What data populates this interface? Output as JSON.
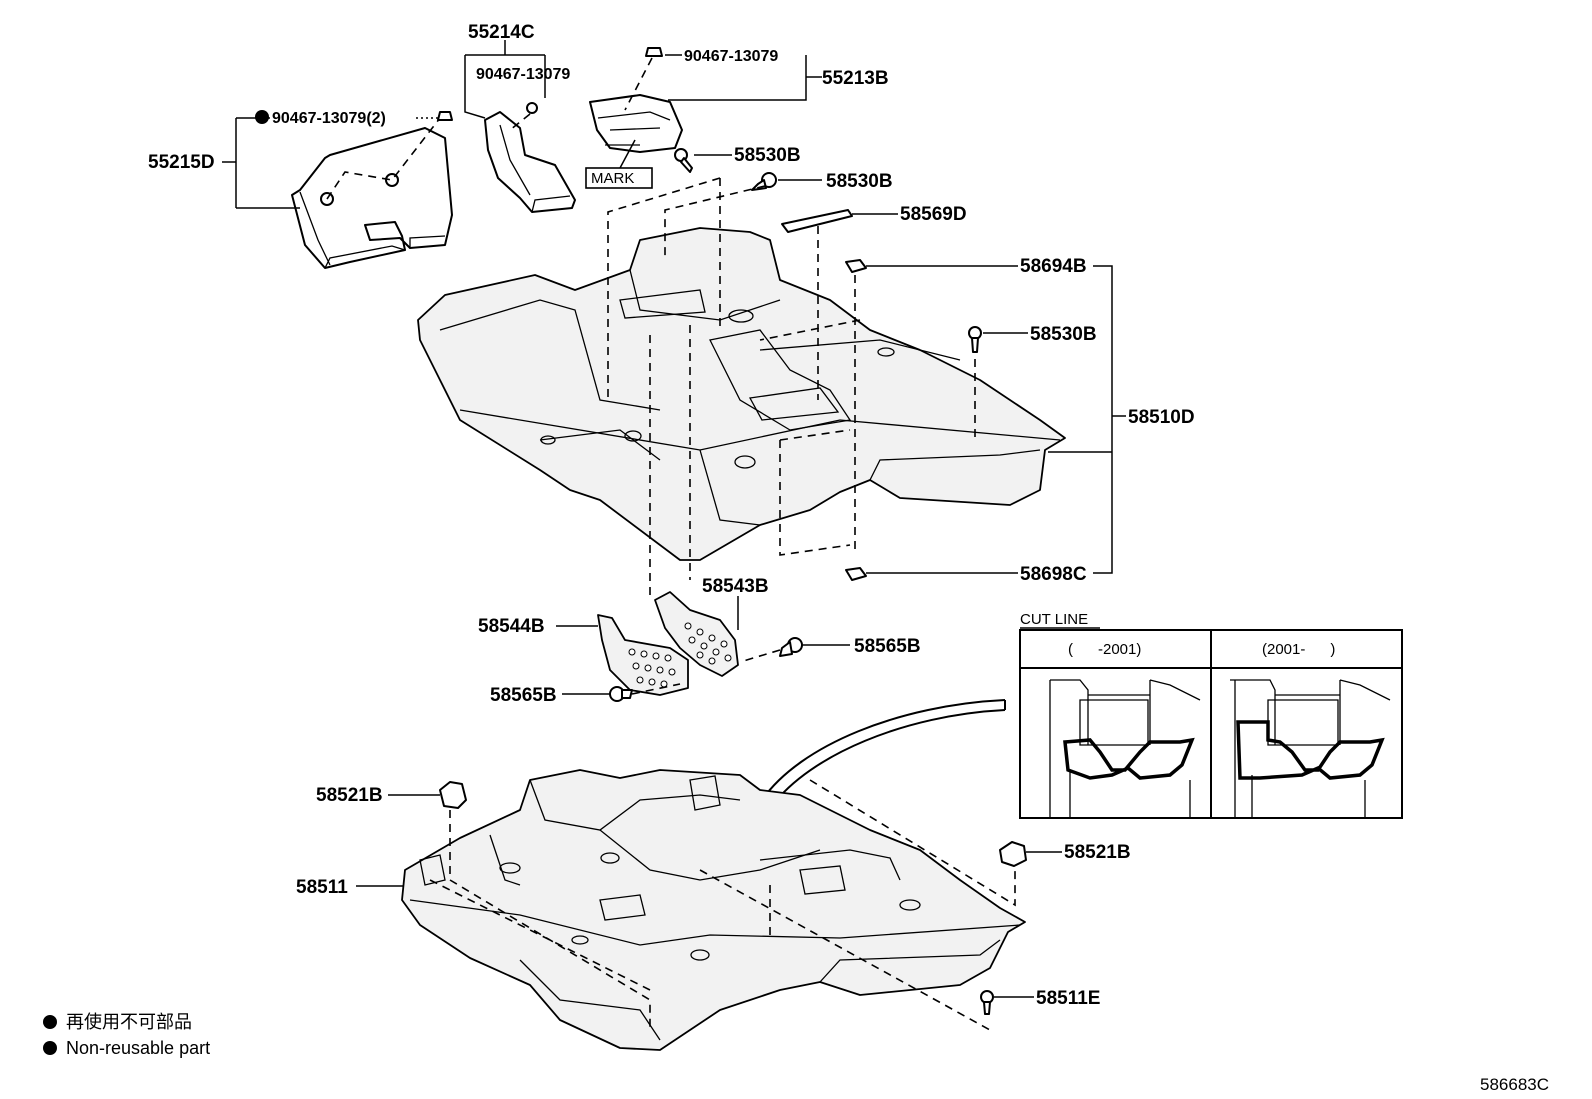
{
  "callouts": {
    "p55214C": "55214C",
    "p90467_13079_a": "90467-13079",
    "p90467_13079_b": "90467-13079",
    "p90467_13079_c": "90467-13079(2)",
    "p55213B": "55213B",
    "p55215D": "55215D",
    "p58530B_a": "58530B",
    "p58530B_b": "58530B",
    "p58530B_c": "58530B",
    "mark": "MARK",
    "p58569D": "58569D",
    "p58694B": "58694B",
    "p58510D": "58510D",
    "p58698C": "58698C",
    "p58543B": "58543B",
    "p58544B": "58544B",
    "p58565B_a": "58565B",
    "p58565B_b": "58565B",
    "p58521B_a": "58521B",
    "p58521B_b": "58521B",
    "p58511": "58511",
    "p58511E": "58511E"
  },
  "inset": {
    "title": "CUT LINE",
    "col_left": "(      -2001)",
    "col_right": "(2001-      )"
  },
  "legend": {
    "jp": "再使用不可部品",
    "en": "Non-reusable part"
  },
  "diagram_code": "586683C"
}
